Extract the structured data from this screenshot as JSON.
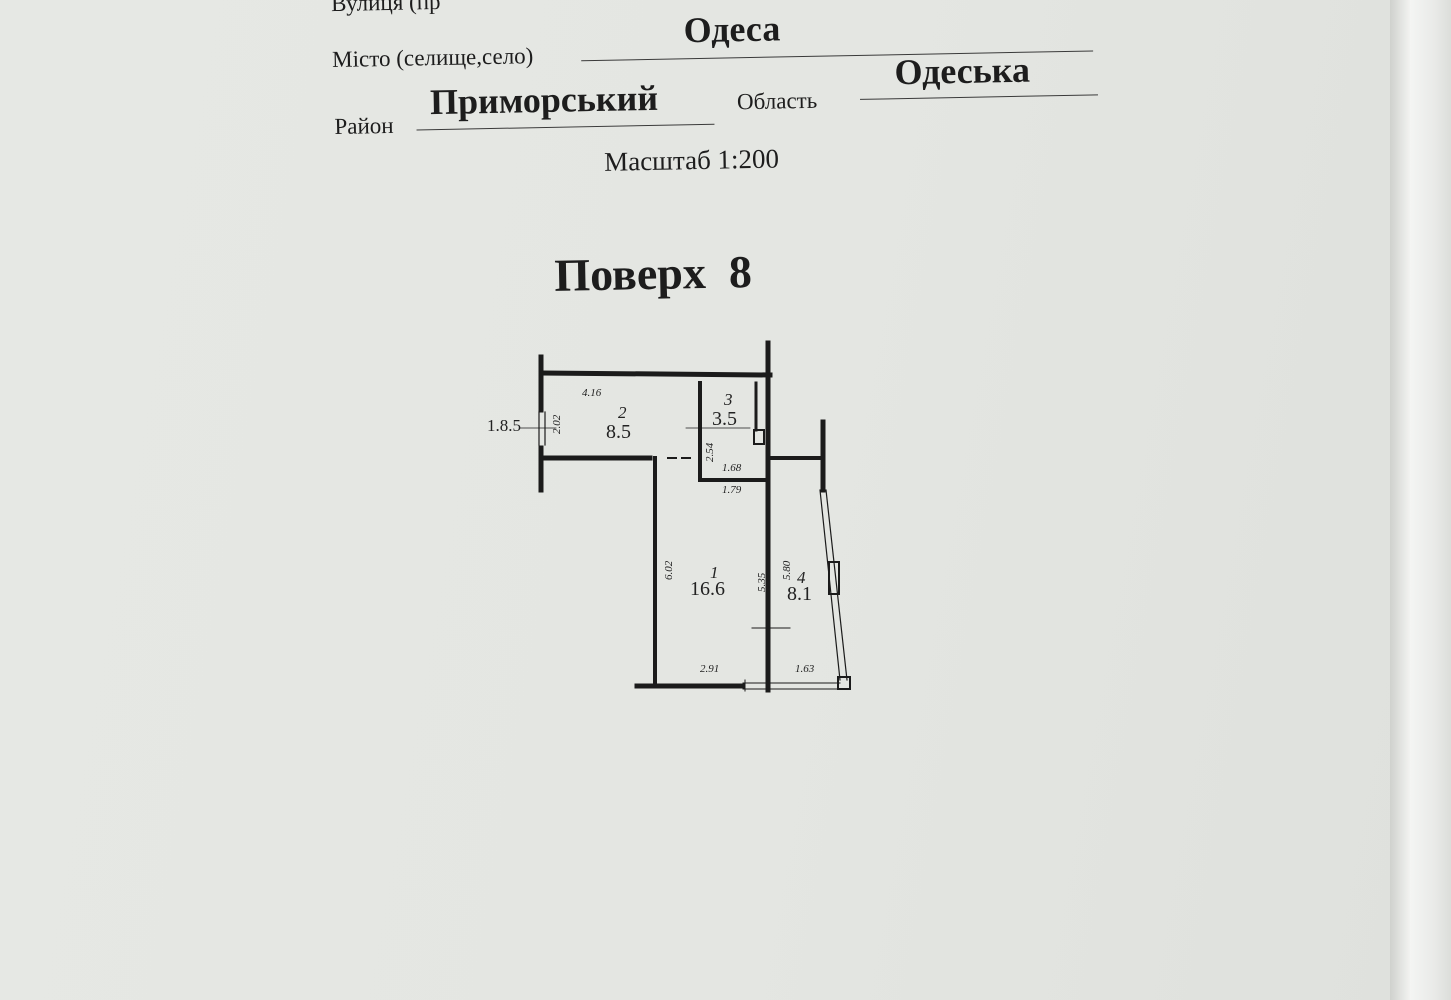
{
  "header": {
    "street_label": "Вулиця (пр",
    "city_label": "Місто (селище,село)",
    "city_value": "Одеса",
    "district_label": "Район",
    "district_value": "Приморський",
    "region_label": "Область",
    "region_value": "Одеська",
    "scale_text": "Масштаб 1:200"
  },
  "floor_title": "Поверх  8",
  "plan": {
    "side_label": "1.8.5",
    "rooms": [
      {
        "number": "1",
        "area": "16.6"
      },
      {
        "number": "2",
        "area": "8.5"
      },
      {
        "number": "3",
        "area": "3.5"
      },
      {
        "number": "4",
        "area": "8.1"
      }
    ],
    "dimensions": {
      "d_416": "4.16",
      "d_202": "2.02",
      "d_254": "2.54",
      "d_168": "1.68",
      "d_179": "1.79",
      "d_602": "6.02",
      "d_535": "5.35",
      "d_580": "5.80",
      "d_291": "2.91",
      "d_163": "1.63"
    }
  },
  "colors": {
    "paper": "#e4e6e2",
    "ink": "#1d1d1d"
  }
}
